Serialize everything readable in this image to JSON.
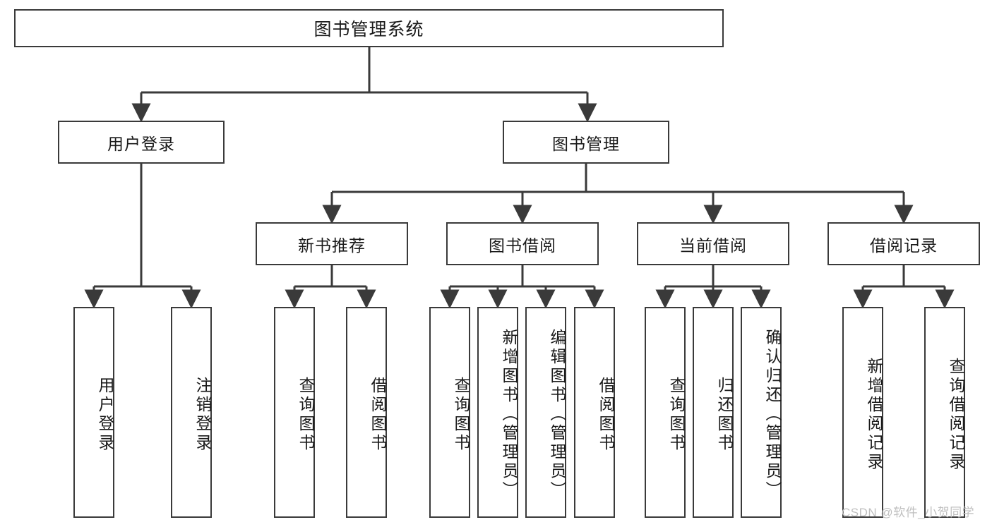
{
  "diagram": {
    "title": "图书管理系统",
    "type": "tree-hierarchy-chart",
    "watermark": "CSDN @软件_小贺同学",
    "colors": {
      "box_border": "#3a3a3a",
      "box_fill": "#ffffff",
      "line": "#3a3a3a",
      "text": "#1a1a1a",
      "watermark": "#bfbfbf"
    },
    "root": {
      "label": "图书管理系统"
    },
    "level2": [
      {
        "key": "user-login",
        "label": "用户登录"
      },
      {
        "key": "book-management",
        "label": "图书管理"
      }
    ],
    "level3": [
      {
        "key": "new-book-recommend",
        "label": "新书推荐"
      },
      {
        "key": "book-borrow",
        "label": "图书借阅"
      },
      {
        "key": "current-borrow",
        "label": "当前借阅"
      },
      {
        "key": "borrow-record",
        "label": "借阅记录"
      }
    ],
    "leaves": {
      "user_login": [
        {
          "key": "login",
          "label": "用户登录"
        },
        {
          "key": "logout",
          "label": "注销登录"
        }
      ],
      "new_book_recommend": [
        {
          "key": "query-book",
          "label": "查询图书"
        },
        {
          "key": "borrow-book",
          "label": "借阅图书"
        }
      ],
      "book_borrow": [
        {
          "key": "query-book",
          "label": "查询图书"
        },
        {
          "key": "add-book-admin",
          "label": "新增图书（管理员）"
        },
        {
          "key": "edit-book-admin",
          "label": "编辑图书（管理员）"
        },
        {
          "key": "borrow-book",
          "label": "借阅图书"
        }
      ],
      "current_borrow": [
        {
          "key": "query-book",
          "label": "查询图书"
        },
        {
          "key": "return-book",
          "label": "归还图书"
        },
        {
          "key": "confirm-return-admin",
          "label": "确认归还（管理员）"
        }
      ],
      "borrow_record": [
        {
          "key": "add-borrow-record",
          "label": "新增借阅记录"
        },
        {
          "key": "query-borrow-record",
          "label": "查询借阅记录"
        }
      ]
    }
  }
}
